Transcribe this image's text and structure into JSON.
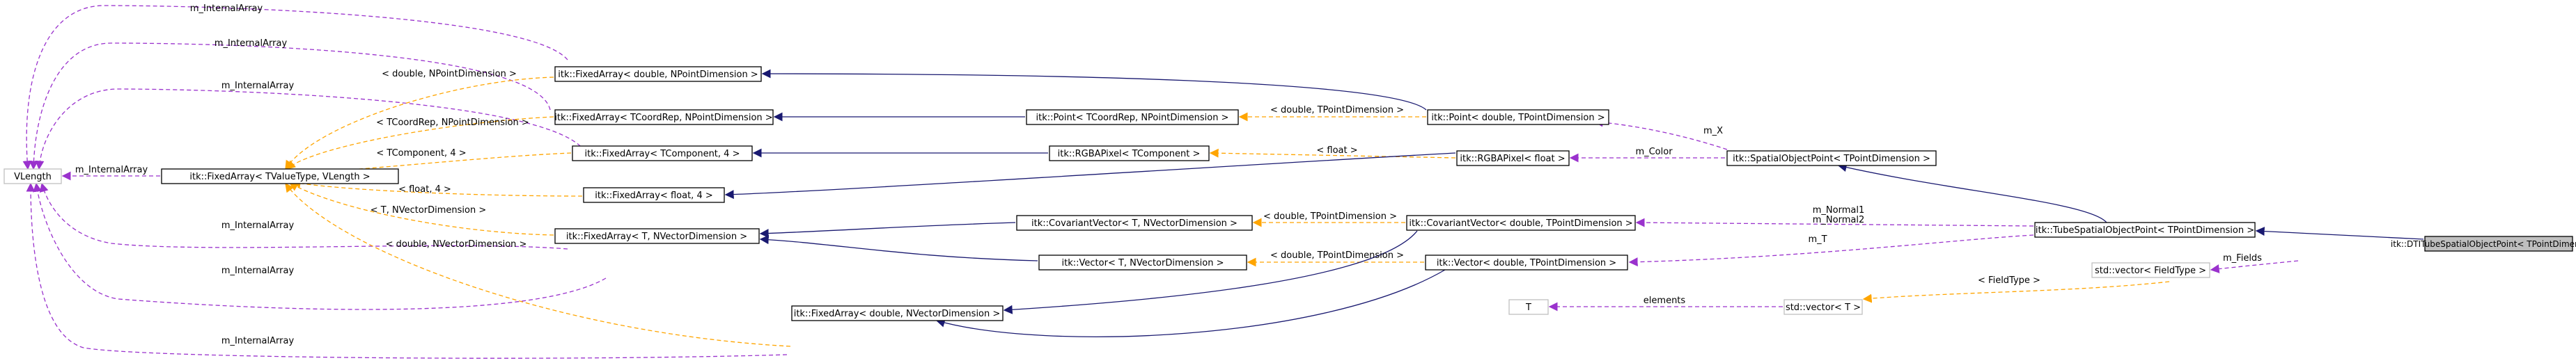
{
  "nodes": {
    "vlength": "VLength",
    "fa_tvaluetype": "itk::FixedArray< TValueType, VLength >",
    "fa_double_npoint": "itk::FixedArray< double, NPointDimension >",
    "fa_tcoordrep": "itk::FixedArray< TCoordRep, NPointDimension >",
    "fa_tcomponent4": "itk::FixedArray< TComponent, 4 >",
    "fa_float4": "itk::FixedArray< float, 4 >",
    "fa_t_nvector": "itk::FixedArray< T, NVectorDimension >",
    "fa_double_nvector": "itk::FixedArray< double, NVectorDimension >",
    "point_tcoordrep": "itk::Point< TCoordRep, NPointDimension >",
    "rgba_tcomponent": "itk::RGBAPixel< TComponent >",
    "covvec_t": "itk::CovariantVector< T, NVectorDimension >",
    "vector_t": "itk::Vector< T, NVectorDimension >",
    "point_double": "itk::Point< double, TPointDimension >",
    "rgba_float": "itk::RGBAPixel< float >",
    "covvec_double": "itk::CovariantVector< double, TPointDimension >",
    "vector_double": "itk::Vector< double, TPointDimension >",
    "t_node": "T",
    "spatial_point": "itk::SpatialObjectPoint< TPointDimension >",
    "tube_point": "itk::TubeSpatialObjectPoint< TPointDimension >",
    "std_vector_field": "std::vector< FieldType >",
    "std_vector_t": "std::vector< T >",
    "dti_tube_point": "itk::DTITubeSpatialObjectPoint< TPointDimension >"
  },
  "labels": {
    "m_internal_array_1": "m_InternalArray",
    "m_internal_array_2": "m_InternalArray",
    "m_internal_array_3": "m_InternalArray",
    "m_internal_array_4": "m_InternalArray",
    "m_internal_array_5": "m_InternalArray",
    "m_internal_array_6": "m_InternalArray",
    "m_internal_array_7": "m_InternalArray",
    "t_double_npoint": "< double, NPointDimension >",
    "t_tcoordrep": "< TCoordRep, NPointDimension >",
    "t_tcomponent4": "< TComponent, 4 >",
    "t_float4": "< float, 4 >",
    "t_t_nvector": "< T, NVectorDimension >",
    "t_double_nvector": "< double, NVectorDimension >",
    "t_double_tpoint_a": "< double, TPointDimension >",
    "t_float": "< float >",
    "t_double_tpoint_b": "< double, TPointDimension >",
    "t_double_tpoint_c": "< double, TPointDimension >",
    "m_x": "m_X",
    "m_color": "m_Color",
    "m_normal": "m_Normal1\nm_Normal2",
    "m_t": "m_T",
    "m_fields": "m_Fields",
    "elements": "elements",
    "t_fieldtype": "< FieldType >"
  },
  "colors": {
    "inheritance": "#191970",
    "template": "#ffa500",
    "usage": "#9a32cd",
    "node_border": "#000000",
    "node_border_light": "#bfbfbf",
    "highlight_fill": "#bfbfbf"
  }
}
